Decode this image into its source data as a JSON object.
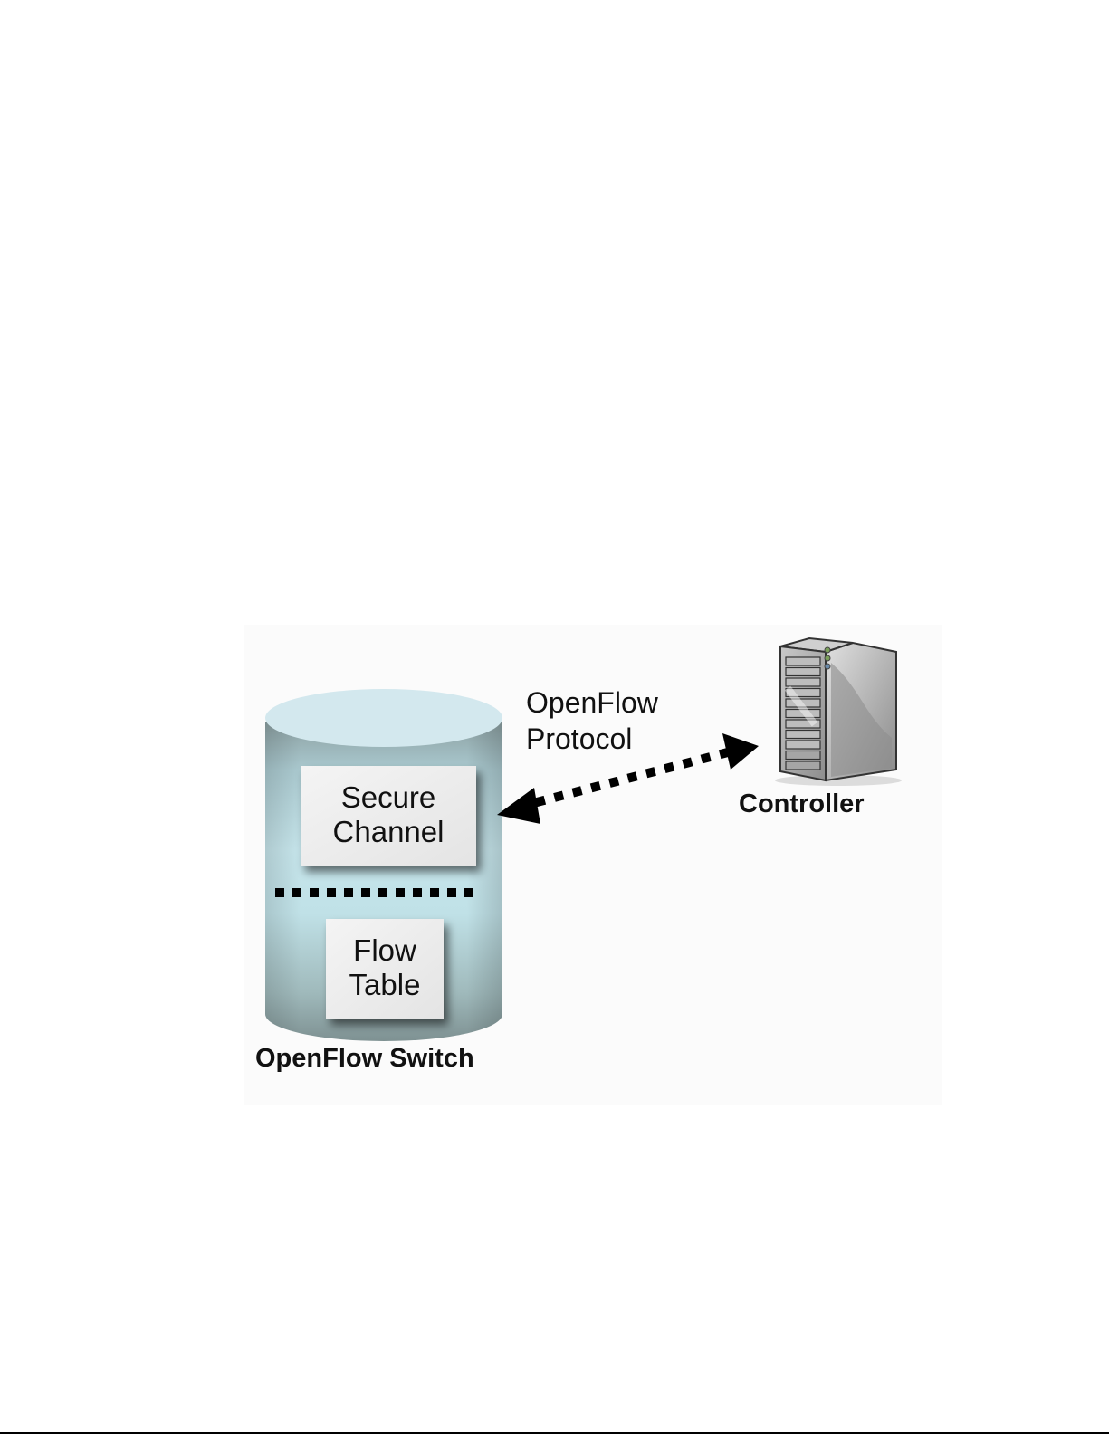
{
  "diagram": {
    "switch": {
      "title": "OpenFlow Switch",
      "components": {
        "secure_channel": {
          "line1": "Secure",
          "line2": "Channel"
        },
        "flow_table": {
          "line1": "Flow",
          "line2": "Table"
        }
      }
    },
    "protocol": {
      "line1": "OpenFlow",
      "line2": "Protocol",
      "direction": "bidirectional"
    },
    "controller": {
      "label": "Controller",
      "icon": "server-tower-icon"
    }
  },
  "colors": {
    "cylinder_top": "#d3e8ee",
    "cylinder_body_light": "#c4e3ea",
    "cylinder_body_dark": "#8a9fa0",
    "box_fill": "#eeeeee",
    "arrow": "#000000",
    "server_gray": "#9a9a9a"
  }
}
